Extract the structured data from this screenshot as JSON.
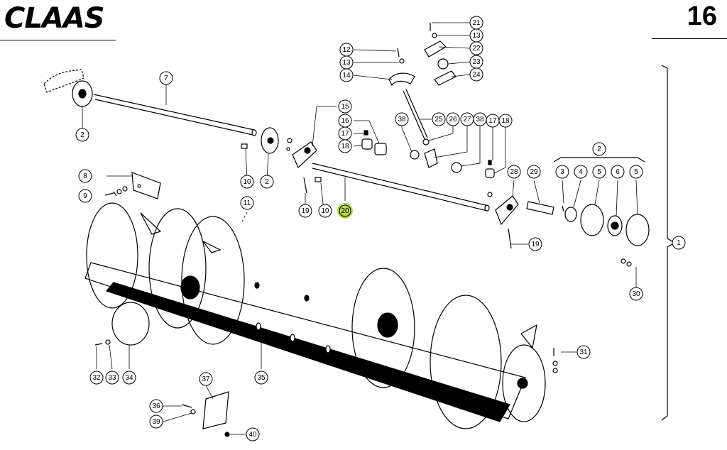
{
  "header": {
    "brand": "CLAAS",
    "page_number": "16"
  },
  "callouts": [
    {
      "id": "c21",
      "label": "21"
    },
    {
      "id": "c13a",
      "label": "13"
    },
    {
      "id": "c22",
      "label": "22"
    },
    {
      "id": "c23",
      "label": "23"
    },
    {
      "id": "c24",
      "label": "24"
    },
    {
      "id": "c12",
      "label": "12"
    },
    {
      "id": "c13b",
      "label": "13"
    },
    {
      "id": "c14",
      "label": "14"
    },
    {
      "id": "c7",
      "label": "7"
    },
    {
      "id": "c2a",
      "label": "2"
    },
    {
      "id": "c15",
      "label": "15"
    },
    {
      "id": "c16",
      "label": "16"
    },
    {
      "id": "c17a",
      "label": "17"
    },
    {
      "id": "c18a",
      "label": "18"
    },
    {
      "id": "c38a",
      "label": "38"
    },
    {
      "id": "c25",
      "label": "25"
    },
    {
      "id": "c26",
      "label": "26"
    },
    {
      "id": "c27",
      "label": "27"
    },
    {
      "id": "c38b",
      "label": "38"
    },
    {
      "id": "c17b",
      "label": "17"
    },
    {
      "id": "c18b",
      "label": "18"
    },
    {
      "id": "c2b",
      "label": "2"
    },
    {
      "id": "c8",
      "label": "8"
    },
    {
      "id": "c9",
      "label": "9"
    },
    {
      "id": "c10a",
      "label": "10"
    },
    {
      "id": "c2c",
      "label": "2"
    },
    {
      "id": "c19a",
      "label": "19"
    },
    {
      "id": "c10b",
      "label": "10"
    },
    {
      "id": "c20",
      "label": "20"
    },
    {
      "id": "c28",
      "label": "28"
    },
    {
      "id": "c29",
      "label": "29"
    },
    {
      "id": "c2d",
      "label": "2"
    },
    {
      "id": "c3",
      "label": "3"
    },
    {
      "id": "c4",
      "label": "4"
    },
    {
      "id": "c5a",
      "label": "5"
    },
    {
      "id": "c6",
      "label": "6"
    },
    {
      "id": "c5b",
      "label": "5"
    },
    {
      "id": "c11",
      "label": "11"
    },
    {
      "id": "c19b",
      "label": "19"
    },
    {
      "id": "c1",
      "label": "1"
    },
    {
      "id": "c30",
      "label": "30"
    },
    {
      "id": "c31",
      "label": "31"
    },
    {
      "id": "c32",
      "label": "32"
    },
    {
      "id": "c33",
      "label": "33"
    },
    {
      "id": "c34",
      "label": "34"
    },
    {
      "id": "c35",
      "label": "35"
    },
    {
      "id": "c37",
      "label": "37"
    },
    {
      "id": "c36",
      "label": "36"
    },
    {
      "id": "c39",
      "label": "39"
    },
    {
      "id": "c40",
      "label": "40"
    }
  ],
  "highlight": {
    "callout": "c20",
    "color": "#b7d54a"
  },
  "colors": {
    "ink": "#000000",
    "paper": "#ffffff"
  }
}
